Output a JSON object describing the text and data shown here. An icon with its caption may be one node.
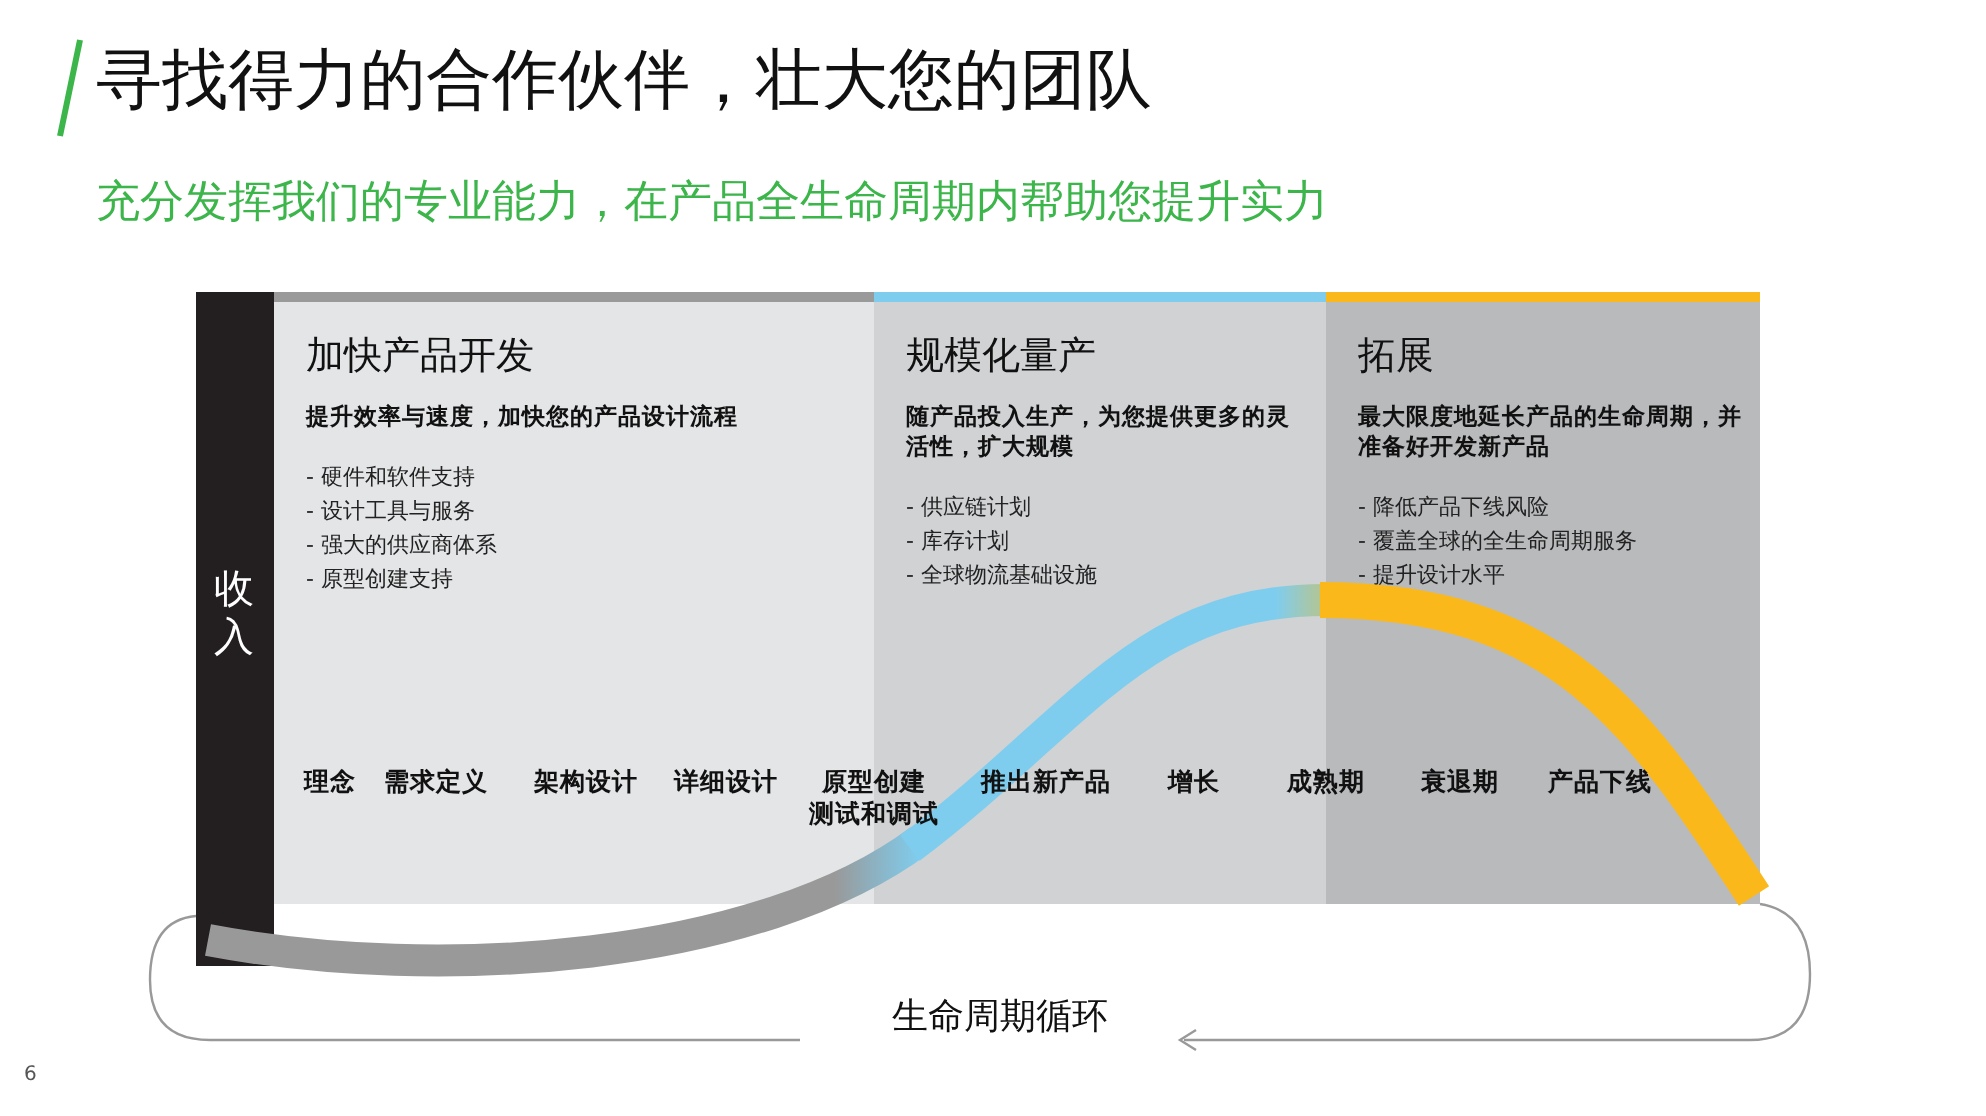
{
  "diagram": {
    "title": "寻找得力的合作伙伴，壮大您的团队",
    "nodes": [
      {
        "text": [
          "收入"
        ]
      },
      {
        "text": [
          "加快产品开发",
          "提升效率与速度，加快您的产品设计流程",
          "- 硬件和软件支持",
          "- 设计工具与服务",
          "- 强大的供应商体系",
          "- 原型创建支持"
        ]
      },
      {
        "text": [
          "规模化量产",
          "随产品投入生产，为您提供更多的灵活性，扩大规模",
          "- 供应链计划",
          "- 库存计划",
          "- 全球物流基础设施"
        ]
      },
      {
        "text": [
          "拓展",
          "最大限度地延长产品的生命周期，并准备好开发新产品",
          "- 降低产品下线风险",
          "- 覆盖全球的全生命周期服务",
          "- 提升设计水平"
        ]
      }
    ],
    "labels": [
      "充分发挥我们的专业能力，在产品全生命周期内帮助您提升实力",
      "理念",
      "需求定义",
      "架构设计",
      "详细设计",
      "原型创建",
      "测试和调试",
      "推出新产品",
      "增长",
      "成熟期",
      "衰退期",
      "产品下线",
      "生命周期循环",
      "6"
    ]
  }
}
